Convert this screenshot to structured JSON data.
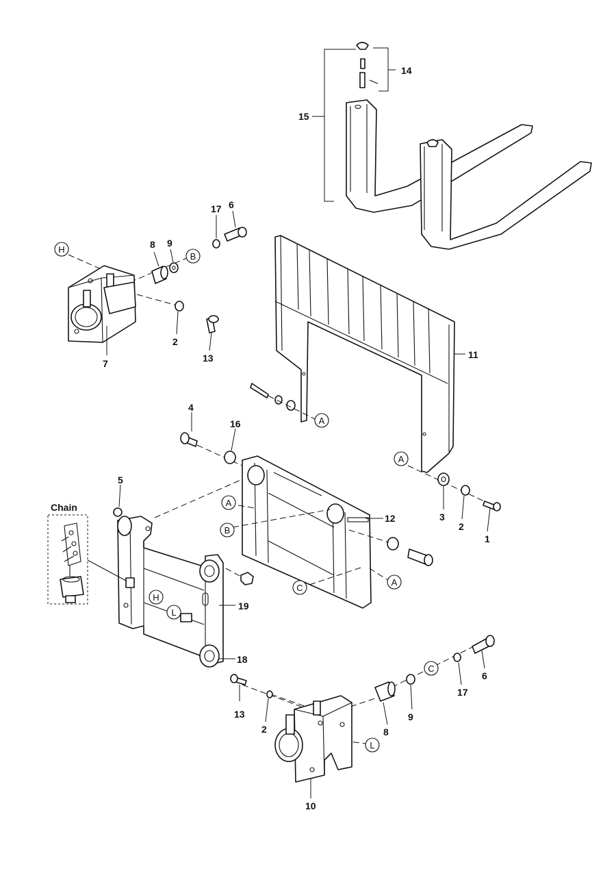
{
  "diagram": {
    "chain_label": "Chain",
    "part_numbers": {
      "p1": "1",
      "p2a": "2",
      "p2b": "2",
      "p2c": "2",
      "p3": "3",
      "p4": "4",
      "p5": "5",
      "p6a": "6",
      "p6b": "6",
      "p7": "7",
      "p8a": "8",
      "p8b": "8",
      "p9a": "9",
      "p9b": "9",
      "p10": "10",
      "p11": "11",
      "p12": "12",
      "p13a": "13",
      "p13b": "13",
      "p14": "14",
      "p15": "15",
      "p16": "16",
      "p17a": "17",
      "p17b": "17",
      "p18": "18",
      "p19": "19"
    },
    "callouts": {
      "h1": "H",
      "h2": "H",
      "b1": "B",
      "b2": "B",
      "c1": "C",
      "c2": "C",
      "a1": "A",
      "a2": "A",
      "a3": "A",
      "a4": "A",
      "l1": "L",
      "l2": "L"
    }
  }
}
